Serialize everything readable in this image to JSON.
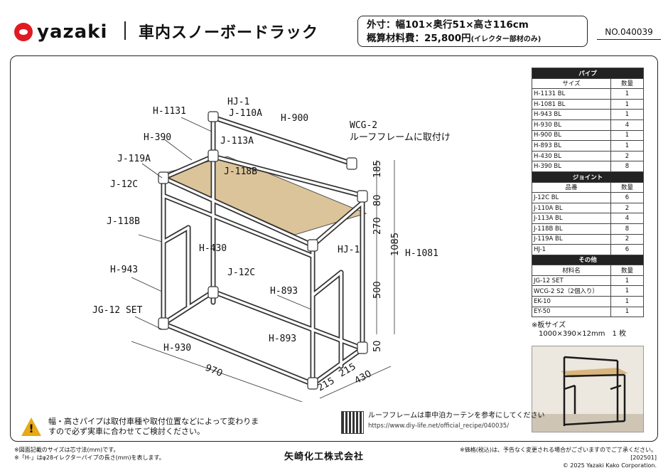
{
  "header": {
    "brand": "yazaki",
    "title": "車内スノーボードラック",
    "spec_size": "外寸：幅101×奥行51×高さ116cm",
    "spec_cost": "概算材料費：25,800円",
    "spec_cost_note": "(イレクター部材のみ)",
    "doc_no": "NO.040039"
  },
  "drawing": {
    "labels": [
      "H-1131",
      "HJ-1",
      "J-110A",
      "H-900",
      "WCG-2",
      "ルーフフレームに取付け",
      "H-390",
      "J-113A",
      "J-119A",
      "J-118B",
      "J-12C",
      "J-118B",
      "H-430",
      "HJ-1",
      "H-1081",
      "H-943",
      "J-12C",
      "H-893",
      "JG-12 SET",
      "H-930",
      "H-893"
    ],
    "dims": [
      "185",
      "80",
      "270",
      "1085",
      "500",
      "50",
      "970",
      "215",
      "215",
      "430"
    ]
  },
  "parts": {
    "sections": [
      {
        "title": "パイプ",
        "col1": "サイズ",
        "col2": "数量",
        "rows": [
          [
            "H-1131 BL",
            "1"
          ],
          [
            "H-1081 BL",
            "1"
          ],
          [
            "H-943 BL",
            "1"
          ],
          [
            "H-930 BL",
            "4"
          ],
          [
            "H-900 BL",
            "1"
          ],
          [
            "H-893 BL",
            "1"
          ],
          [
            "H-430 BL",
            "2"
          ],
          [
            "H-390 BL",
            "8"
          ]
        ]
      },
      {
        "title": "ジョイント",
        "col1": "品番",
        "col2": "数量",
        "rows": [
          [
            "J-12C BL",
            "6"
          ],
          [
            "J-110A BL",
            "2"
          ],
          [
            "J-113A BL",
            "4"
          ],
          [
            "J-118B BL",
            "8"
          ],
          [
            "J-119A BL",
            "2"
          ],
          [
            "HJ-1",
            "6"
          ]
        ]
      },
      {
        "title": "その他",
        "col1": "材料名",
        "col2": "数量",
        "rows": [
          [
            "JG-12 SET",
            "1"
          ],
          [
            "WCG-2 S2（2個入り）",
            "1"
          ],
          [
            "EK-10",
            "1"
          ],
          [
            "EY-50",
            "1"
          ]
        ]
      }
    ]
  },
  "plate": {
    "line1": "※板サイズ",
    "line2": "1000×390×12mm　1 枚"
  },
  "warning": {
    "icon": "!",
    "text": "幅・高さパイプは取付車種や取付位置などによって変わりますので必ず実車に合わせてご検討ください。"
  },
  "recipe": {
    "text": "ルーフフレームは車中泊カーテンを参考にしてください",
    "url": "https://www.diy-life.net/official_recipe/040035/"
  },
  "footer": {
    "note1": "※図面記載のサイズは芯寸法(mm)です。",
    "note2": "※「H-」はφ28イレクターパイプの長さ(mm)を表します。",
    "company": "矢崎化工株式会社",
    "note3": "※価格(税込)は、予告なく変更される場合がございますのでご了承ください。[202501]",
    "copyright": "© 2025 Yazaki Kako Corporation."
  },
  "colors": {
    "brand_red": "#e01a22",
    "warning": "#e8a916",
    "board": "#dcc49a"
  }
}
